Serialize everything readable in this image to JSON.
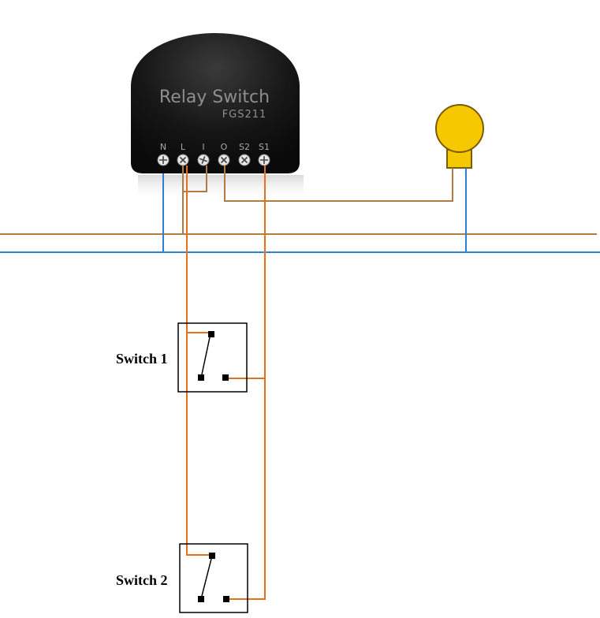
{
  "relay": {
    "title": "Relay Switch",
    "model": "FGS211",
    "terminals": [
      "N",
      "L",
      "I",
      "O",
      "S2",
      "S1"
    ]
  },
  "switches": [
    {
      "label": "Switch 1"
    },
    {
      "label": "Switch 2"
    }
  ],
  "colors": {
    "live_wire": "#b07a45",
    "neutral_wire": "#2f7fd6",
    "switch_wire": "#e8701a",
    "lamp_fill": "#f6c800",
    "lamp_stroke": "#7a5c00",
    "relay_body": "#1a1a1a"
  }
}
